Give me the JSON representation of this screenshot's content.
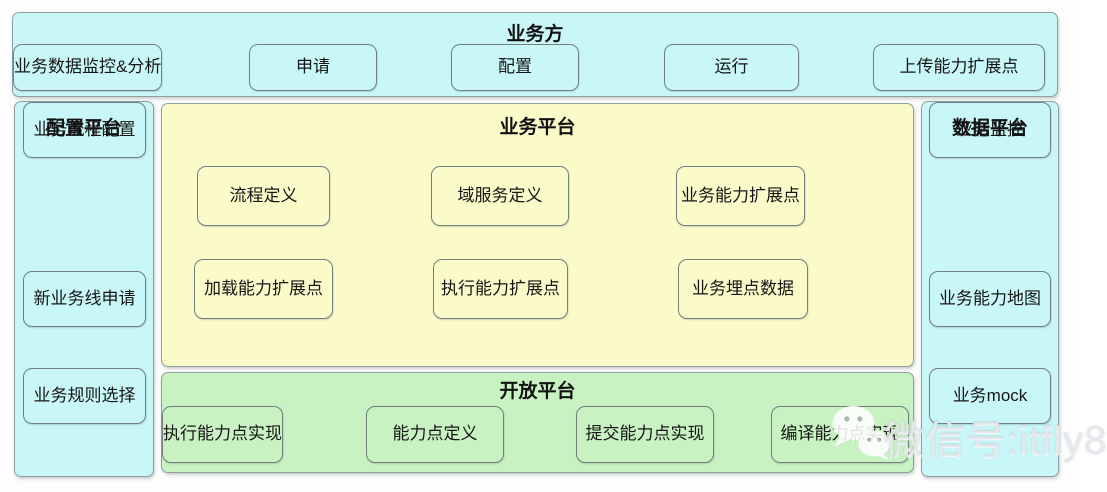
{
  "colors": {
    "cyan": "#c9f7f8",
    "yellow": "#fbfbca",
    "green": "#c9f2c2",
    "panel_border": "#8f9fa1",
    "box_border": "#71807f",
    "text": "#161616"
  },
  "top_banner": {
    "title": "业务方",
    "buttons": [
      "申请",
      "配置",
      "运行",
      "上传能力扩展点",
      "业务数据监控&分析"
    ]
  },
  "config_platform": {
    "title": "配置平台",
    "items": [
      "新业务线申请",
      "业务规则选择",
      "业务流程配置"
    ]
  },
  "business_platform": {
    "title": "业务平台",
    "row1": [
      "流程定义",
      "域服务定义",
      "业务能力扩展点"
    ],
    "row2": [
      "加载能力扩展点",
      "执行能力扩展点",
      "业务埋点数据"
    ]
  },
  "open_platform": {
    "title": "开放平台",
    "items": [
      "能力点定义",
      "提交能力点实现",
      "编译能力点实现",
      "执行能力点实现"
    ]
  },
  "data_platform": {
    "title": "数据平台",
    "items": [
      "业务能力地图",
      "业务mock",
      "业务监控"
    ]
  },
  "watermark": {
    "text": "微信号:itfly8",
    "icon": "wechat-icon"
  }
}
